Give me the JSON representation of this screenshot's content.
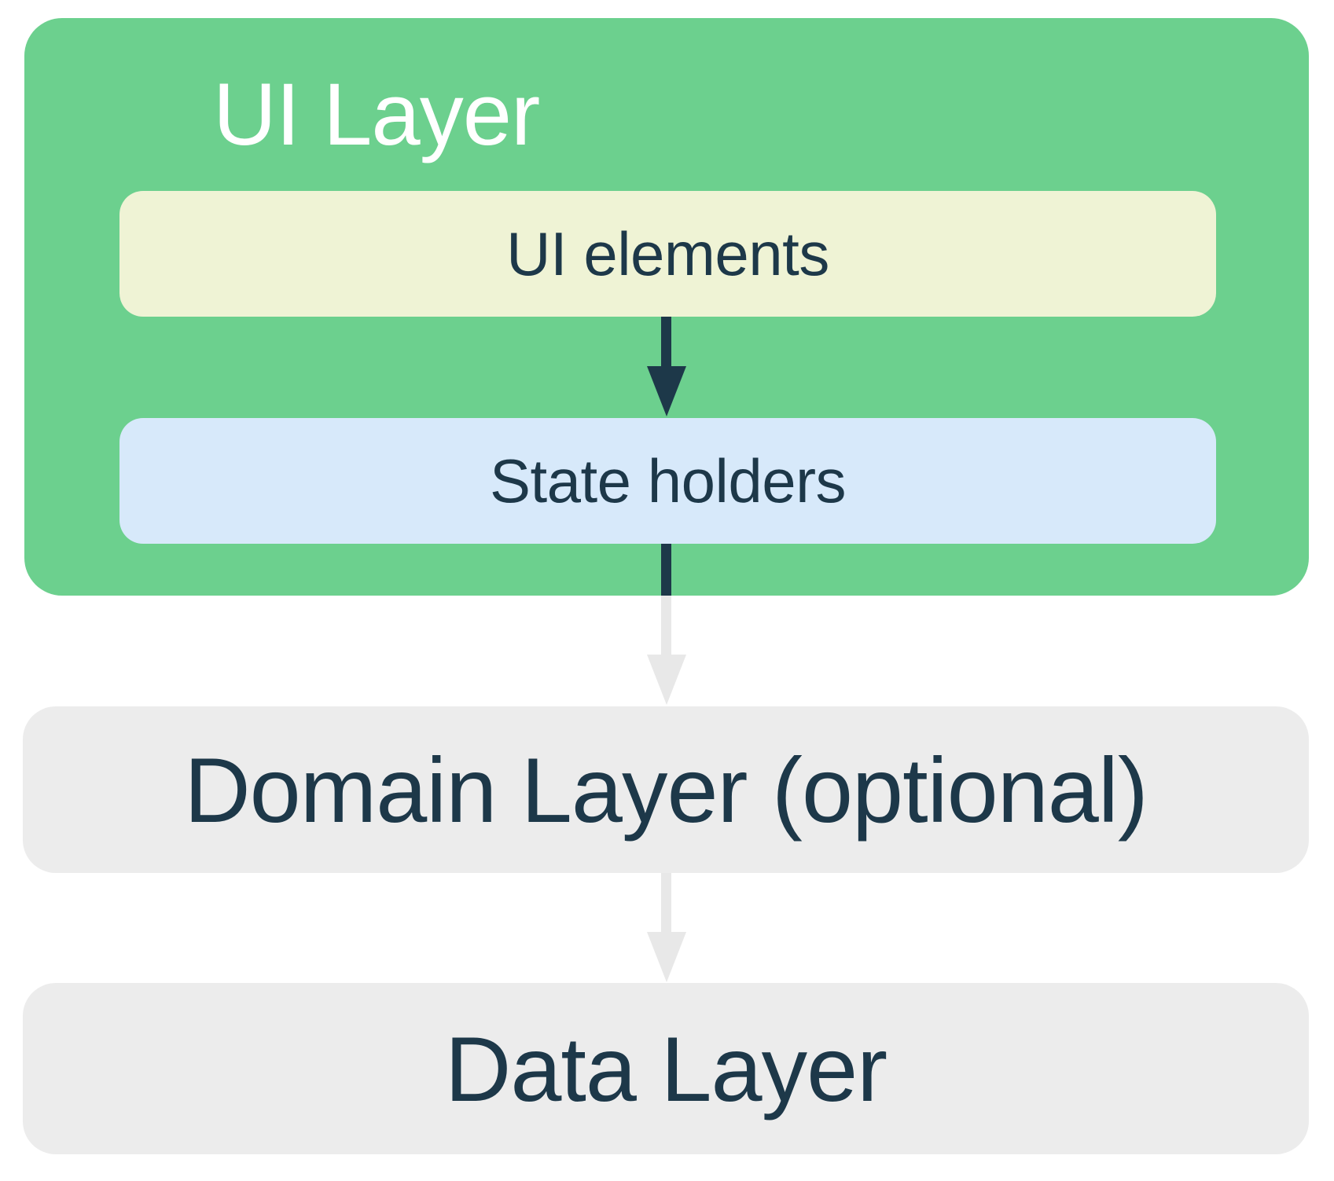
{
  "diagram": {
    "title_context": "App architecture layers",
    "ui_layer": {
      "title": "UI Layer",
      "children": [
        {
          "label": "UI elements"
        },
        {
          "label": "State holders"
        }
      ]
    },
    "domain_layer": {
      "label": "Domain Layer (optional)"
    },
    "data_layer": {
      "label": "Data Layer"
    },
    "edges": [
      {
        "from": "UI elements",
        "to": "State holders",
        "style": "solid-dark"
      },
      {
        "from": "State holders",
        "to": "Domain Layer (optional)",
        "style": "dark-fading-to-light"
      },
      {
        "from": "Domain Layer (optional)",
        "to": "Data Layer",
        "style": "light"
      }
    ]
  },
  "colors": {
    "green": "#6CD08E",
    "cream": "#EFF3D5",
    "blue": "#D7E9FA",
    "gray": "#ECECEC",
    "arrow-gray": "#E8E8E8",
    "navy": "#1D3849",
    "white": "#FFFFFF",
    "page-bg": "#FFFFFF"
  }
}
